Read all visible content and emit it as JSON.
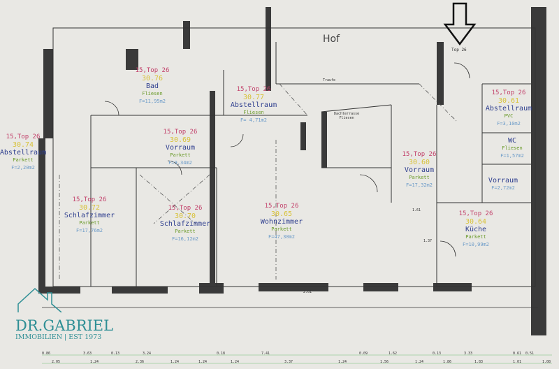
{
  "unit_tag": "15,Top 26",
  "courtyard": "Hof",
  "eaves": "Traufe",
  "terrace": {
    "name": "Dachterrasse",
    "floor": "Fliesen"
  },
  "entrance": {
    "label": "Top 26",
    "marker": "down-arrow-icon"
  },
  "rooms": [
    {
      "id": "30.76",
      "name": "Bad",
      "floor": "Fliesen",
      "area": "F=11,95m2"
    },
    {
      "id": "30.77",
      "name": "Abstellraum",
      "floor": "Fliesen",
      "area": "F= 4,71m2"
    },
    {
      "id": "30.74",
      "name": "Abstellraum",
      "floor": "Parkett",
      "area": "F=2,20m2"
    },
    {
      "id": "30.69",
      "name": "Vorraum",
      "floor": "Parkett",
      "area": "F=9,34m2"
    },
    {
      "id": "30.72",
      "name": "Schlafzimmer",
      "floor": "Parkett",
      "area": "F=17,76m2"
    },
    {
      "id": "30.70",
      "name": "Schlafzimmer",
      "floor": "Parkett",
      "area": "F=16,12m2"
    },
    {
      "id": "30.65",
      "name": "Wohnzimmer",
      "floor": "Parkett",
      "area": "F=47,30m2"
    },
    {
      "id": "30.60",
      "name": "Vorraum",
      "floor": "Parkett",
      "area": "F=17,32m2"
    },
    {
      "id": "30.64",
      "name": "Küche",
      "floor": "Parkett",
      "area": "F=10,99m2"
    },
    {
      "id": "30.61",
      "name": "Abstellraum",
      "floor": "PVC",
      "area": "F=3,10m2"
    }
  ],
  "small_rooms": [
    {
      "name": "WC",
      "floor": "Fliesen",
      "area": "F=1,57m2"
    },
    {
      "name": "Vorraum",
      "area": "F=2,72m2"
    }
  ],
  "dimensions_top": [
    "0.86",
    "3.63",
    "0.13",
    "3.24",
    "0.18",
    "7.41",
    "0.09",
    "1.62",
    "0.13",
    "3.33",
    "0.61",
    "0.51"
  ],
  "dimensions_bottom": [
    "2.05",
    "1.24",
    "2.36",
    "1.24",
    "1.24",
    "1.24",
    "3.37",
    "1.24",
    "1.56",
    "1.24",
    "1.86",
    "1.83",
    "1.01",
    "1.08"
  ],
  "dimensions_misc": {
    "height": "2.61",
    "kitchen_width": "1.61",
    "depth": "1.37"
  },
  "logo": {
    "name": "DR.GABRIEL",
    "tagline": "IMMOBILIEN | EST 1973"
  },
  "colors": {
    "unit": "#c2406a",
    "number": "#d8c23a",
    "name": "#2f3f8f",
    "floor": "#6a9a2a",
    "area": "#6a9ac8",
    "walls": "#333333"
  }
}
